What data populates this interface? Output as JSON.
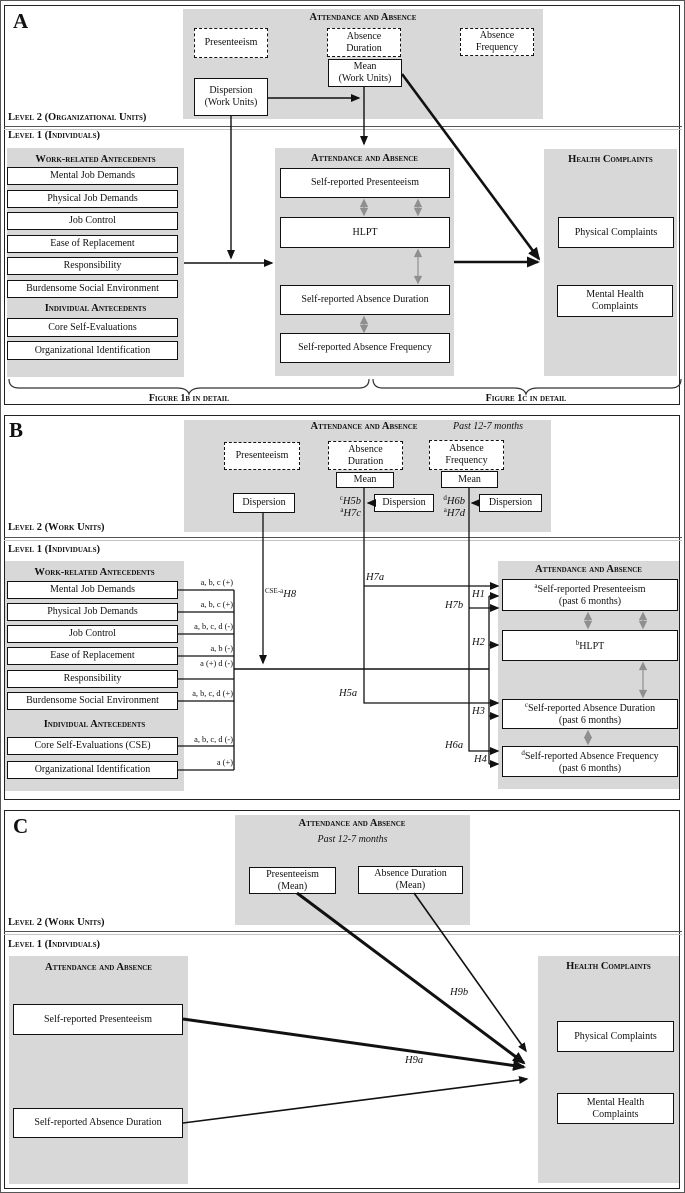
{
  "colors": {
    "region_bg": "#d8d8d8",
    "mediation_arrow": "#8f8f8f",
    "line": "#111111"
  },
  "panel_a": {
    "letter": "A",
    "level2": "Level 2 (Organizational Units)",
    "level1": "Level 1 (Individuals)",
    "top_group": {
      "title": "Attendance and Absence",
      "presenteeism": "Presenteeism",
      "absence_duration": "Absence\nDuration",
      "absence_frequency": "Absence\nFrequency",
      "mean": "Mean\n(Work Units)",
      "dispersion": "Dispersion\n(Work Units)"
    },
    "work_antecedents": {
      "title": "Work-related Antecedents",
      "items": [
        "Mental Job Demands",
        "Physical Job Demands",
        "Job Control",
        "Ease of Replacement",
        "Responsibility",
        "Burdensome Social Environment"
      ]
    },
    "individual_antecedents": {
      "title": "Individual Antecedents",
      "items": [
        "Core Self-Evaluations",
        "Organizational Identification"
      ]
    },
    "attendance_group": {
      "title": "Attendance and Absence",
      "items": [
        "Self-reported Presenteeism",
        "HLPT",
        "Self-reported Absence Duration",
        "Self-reported Absence Frequency"
      ]
    },
    "health_group": {
      "title": "Health Complaints",
      "items": [
        "Physical Complaints",
        "Mental Health\nComplaints"
      ]
    },
    "braces": {
      "fig1b": "Figure 1b in detail",
      "fig1c": "Figure 1c in detail"
    }
  },
  "panel_b": {
    "letter": "B",
    "level2": "Level 2 (Work Units)",
    "level1": "Level 1 (Individuals)",
    "top_group": {
      "title": "Attendance and Absence",
      "period": "Past 12-7 months",
      "presenteeism": "Presenteeism",
      "absence_duration": "Absence\nDuration",
      "absence_frequency": "Absence\nFrequency",
      "mean": "Mean",
      "dispersion": "Dispersion"
    },
    "work_antecedents": {
      "title": "Work-related Antecedents",
      "items": [
        "Mental Job Demands",
        "Physical Job Demands",
        "Job Control",
        "Ease of Replacement",
        "Responsibility",
        "Burdensome Social Environment"
      ]
    },
    "individual_antecedents": {
      "title": "Individual Antecedents",
      "items": [
        "Core Self-Evaluations (CSE)",
        "Organizational Identification"
      ]
    },
    "path_labels": [
      "a, b, c (+)",
      "a, b, c (+)",
      "a, b, c, d (-)",
      "a, b (-)",
      "a (+) d (-)",
      "a, b, c, d (+)",
      "a, b, c, d (-)",
      "a (+)"
    ],
    "attendance_group": {
      "title": "Attendance and Absence",
      "items": [
        {
          "sup": "a",
          "text": "Self-reported Presenteeism\n(past 6 months)"
        },
        {
          "sup": "b",
          "text": "HLPT"
        },
        {
          "sup": "c",
          "text": "Self-reported Absence Duration\n(past 6 months)"
        },
        {
          "sup": "d",
          "text": "Self-reported Absence Frequency\n(past 6 months)"
        }
      ]
    },
    "hyps": {
      "h5b": {
        "sup": "c",
        "label": "H5b"
      },
      "h7c": {
        "sup": "a",
        "label": "H7c"
      },
      "h6b": {
        "sup": "d",
        "label": "H6b"
      },
      "h7d": {
        "sup": "a",
        "label": "H7d"
      },
      "h8": {
        "sup": "CSE-a",
        "label": "H8"
      },
      "h7a": "H7a",
      "h7b": "H7b",
      "h1": "H1",
      "h2": "H2",
      "h3": "H3",
      "h4": "H4",
      "h5a": "H5a",
      "h6a": "H6a"
    }
  },
  "panel_c": {
    "letter": "C",
    "level2": "Level 2 (Work Units)",
    "level1": "Level 1 (Individuals)",
    "top_group": {
      "title": "Attendance and Absence",
      "period": "Past 12-7 months",
      "presenteeism_mean": "Presenteeism\n(Mean)",
      "absence_duration_mean": "Absence Duration\n(Mean)"
    },
    "attendance_group": {
      "title": "Attendance and Absence",
      "items": [
        "Self-reported Presenteeism",
        "Self-reported Absence Duration"
      ]
    },
    "health_group": {
      "title": "Health Complaints",
      "items": [
        "Physical Complaints",
        "Mental Health\nComplaints"
      ]
    },
    "hyps": {
      "h9a": "H9a",
      "h9b": "H9b"
    }
  }
}
